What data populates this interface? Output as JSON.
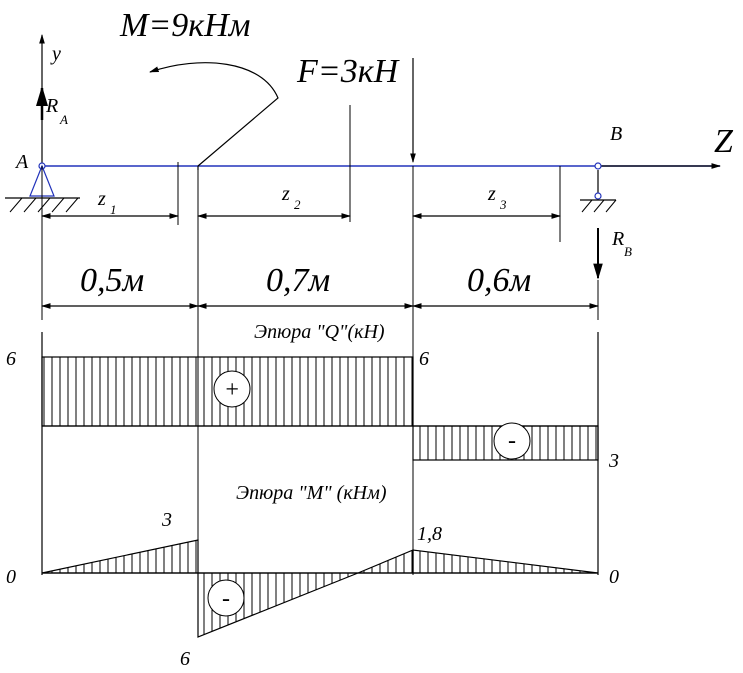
{
  "labels": {
    "moment": "M=9кНм",
    "force": "F=3кН",
    "y_axis": "y",
    "reaction_a": "R",
    "reaction_a_sub": "A",
    "point_a": "A",
    "point_b": "B",
    "z_axis": "Z",
    "reaction_b": "R",
    "reaction_b_sub": "B",
    "z1": "z",
    "z1_sub": "1",
    "z2": "z",
    "z2_sub": "2",
    "z3": "z",
    "z3_sub": "3",
    "length_1": "0,5м",
    "length_2": "0,7м",
    "length_3": "0,6м",
    "q_title": "Эпюра \"Q\"(кН)",
    "q_left": "6",
    "q_mid": "6",
    "q_right": "3",
    "plus": "+",
    "minus": "-",
    "m_title": "Эпюра \"M\" (кНм)",
    "m_3": "3",
    "m_1_8": "1,8",
    "m_0_left": "0",
    "m_0_right": "0",
    "m_6": "6"
  },
  "colors": {
    "beam_line": "#2233bb",
    "lines": "#000000",
    "background": "#ffffff"
  }
}
